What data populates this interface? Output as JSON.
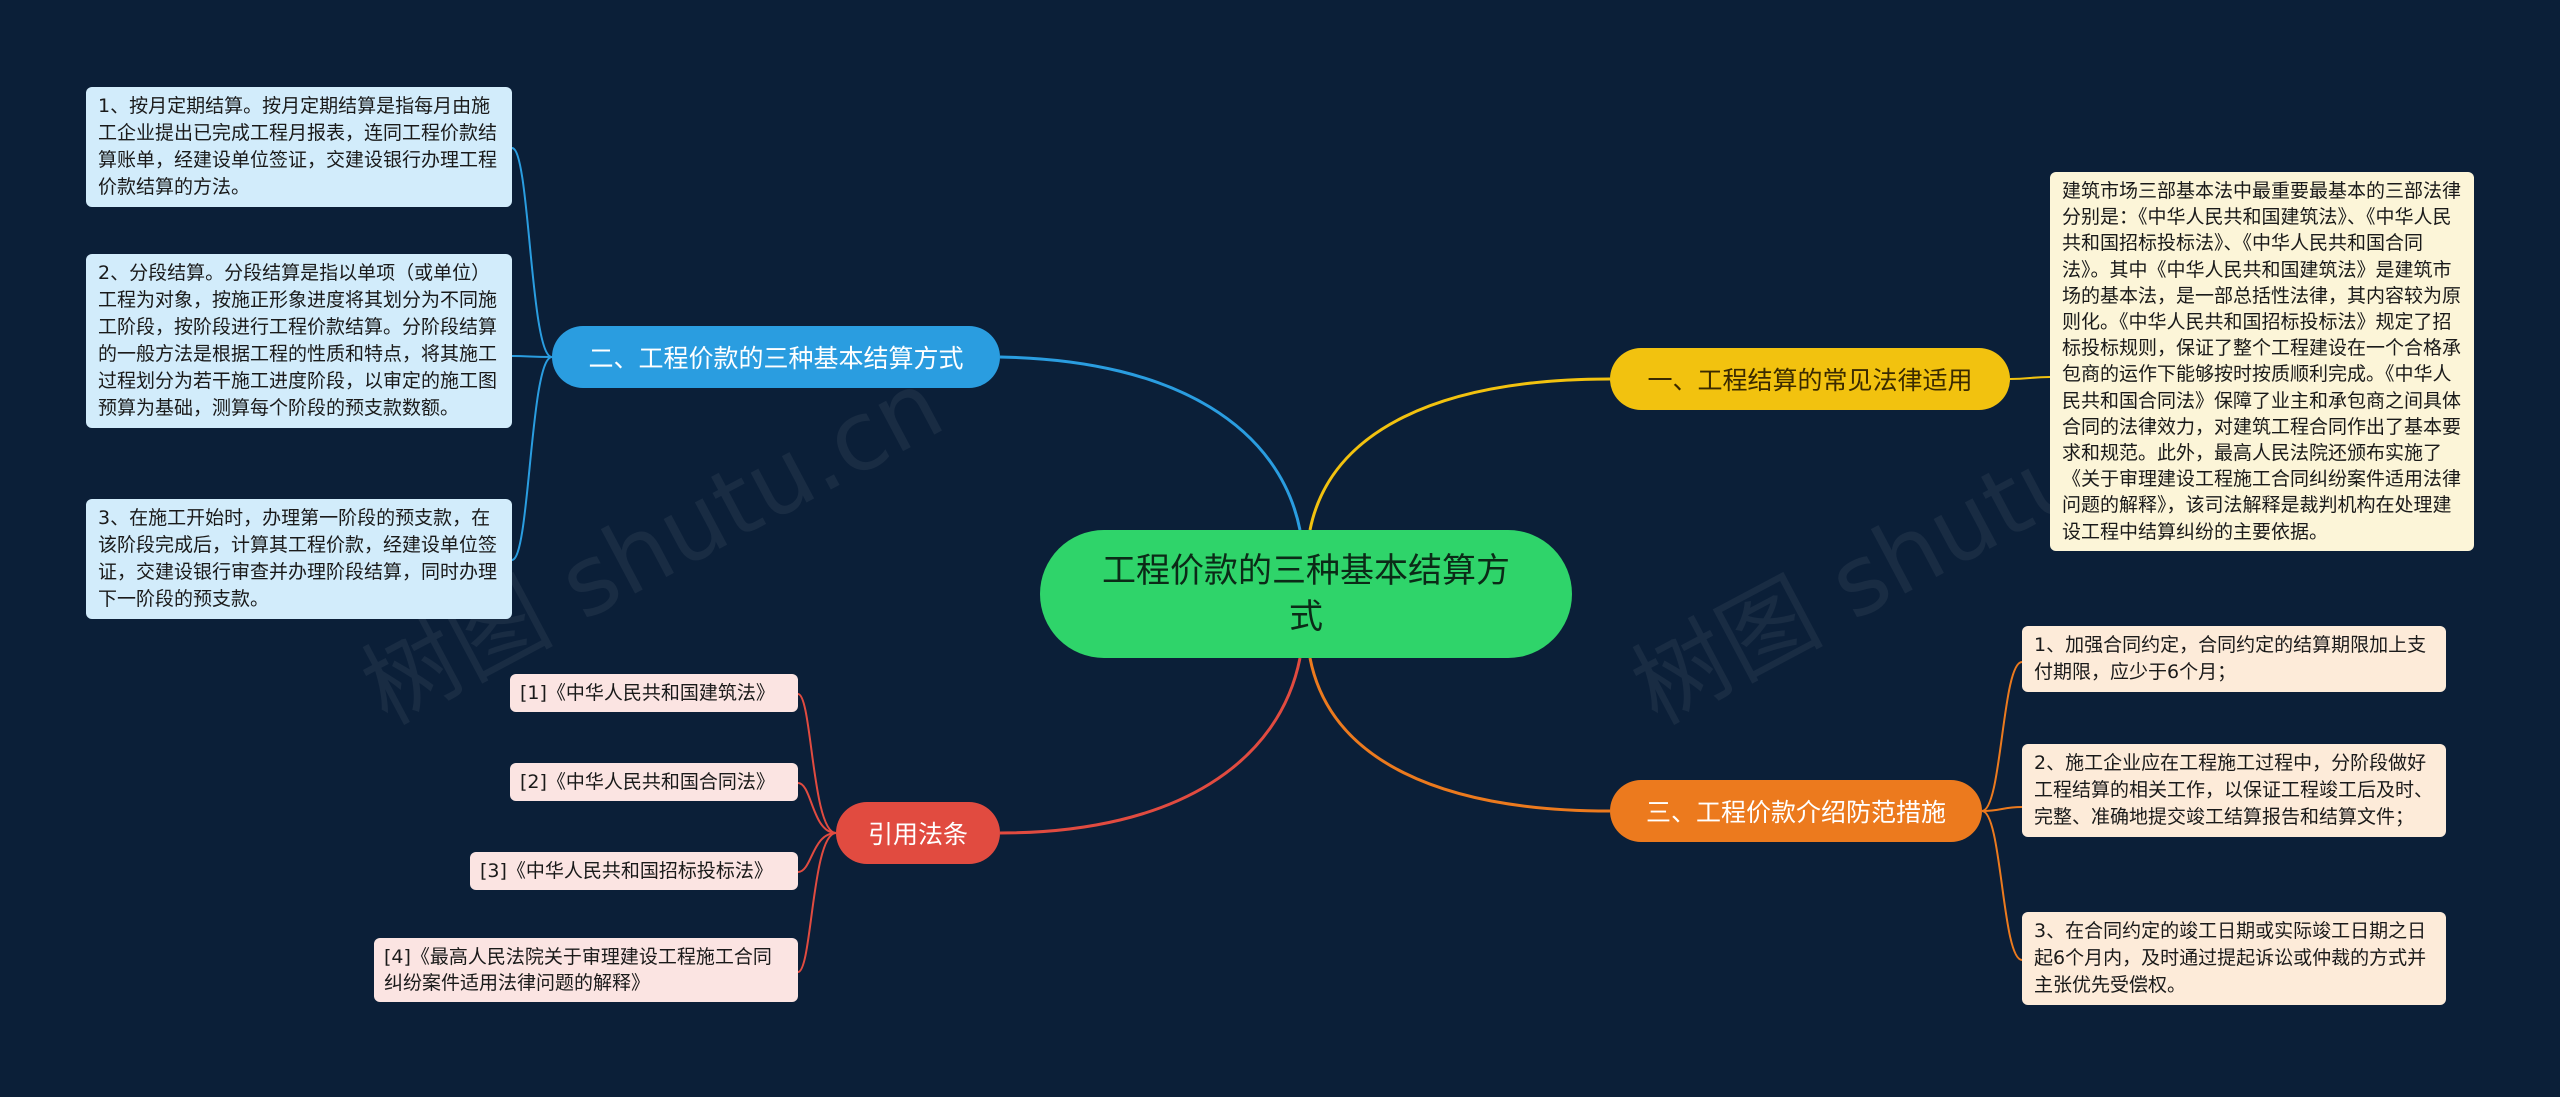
{
  "root": {
    "label": "工程价款的三种基本结算方式"
  },
  "branches": {
    "methods": {
      "label": "二、工程价款的三种基本结算方式",
      "items": [
        "1、按月定期结算。按月定期结算是指每月由施工企业提出已完成工程月报表，连同工程价款结算账单，经建设单位签证，交建设银行办理工程价款结算的方法。",
        "2、分段结算。分段结算是指以单项（或单位）工程为对象，按施正形象进度将其划分为不同施工阶段，按阶段进行工程价款结算。分阶段结算的一般方法是根据工程的性质和特点，将其施工过程划分为若干施工进度阶段，以审定的施工图预算为基础，测算每个阶段的预支款数额。",
        "3、在施工开始时，办理第一阶段的预支款，在该阶段完成后，计算其工程价款，经建设单位签证，交建设银行审查并办理阶段结算，同时办理下一阶段的预支款。"
      ]
    },
    "laws": {
      "label": "一、工程结算的常见法律适用",
      "text": "建筑市场三部基本法中最重要最基本的三部法律分别是：《中华人民共和国建筑法》、《中华人民共和国招标投标法》、《中华人民共和国合同法》。其中《中华人民共和国建筑法》是建筑市场的基本法，是一部总括性法律，其内容较为原则化。《中华人民共和国招标投标法》规定了招标投标规则，保证了整个工程建设在一个合格承包商的运作下能够按时按质顺利完成。《中华人民共和国合同法》保障了业主和承包商之间具体合同的法律效力，对建筑工程合同作出了基本要求和规范。此外，最高人民法院还颁布实施了《关于审理建设工程施工合同纠纷案件适用法律问题的解释》，该司法解释是裁判机构在处理建设工程中结算纠纷的主要依据。"
    },
    "prevention": {
      "label": "三、工程价款介绍防范措施",
      "items": [
        "1、加强合同约定，合同约定的结算期限加上支付期限，应少于6个月；",
        "2、施工企业应在工程施工过程中，分阶段做好工程结算的相关工作，以保证工程竣工后及时、完整、准确地提交竣工结算报告和结算文件；",
        "3、在合同约定的竣工日期或实际竣工日期之日起6个月内，及时通过提起诉讼或仲裁的方式并主张优先受偿权。"
      ]
    },
    "citations": {
      "label": "引用法条",
      "items": [
        "[1]《中华人民共和国建筑法》",
        "[2]《中华人民共和国合同法》",
        "[3]《中华人民共和国招标投标法》",
        "[4]《最高人民法院关于审理建设工程施工合同纠纷案件适用法律问题的解释》"
      ]
    }
  },
  "watermark": "树图 shutu.cn",
  "colors": {
    "background": "#0b1f38",
    "root": "#2fd46a",
    "blue": "#2a9de0",
    "yellow": "#f2c20f",
    "orange": "#ec7a1e",
    "red": "#e14b40"
  }
}
